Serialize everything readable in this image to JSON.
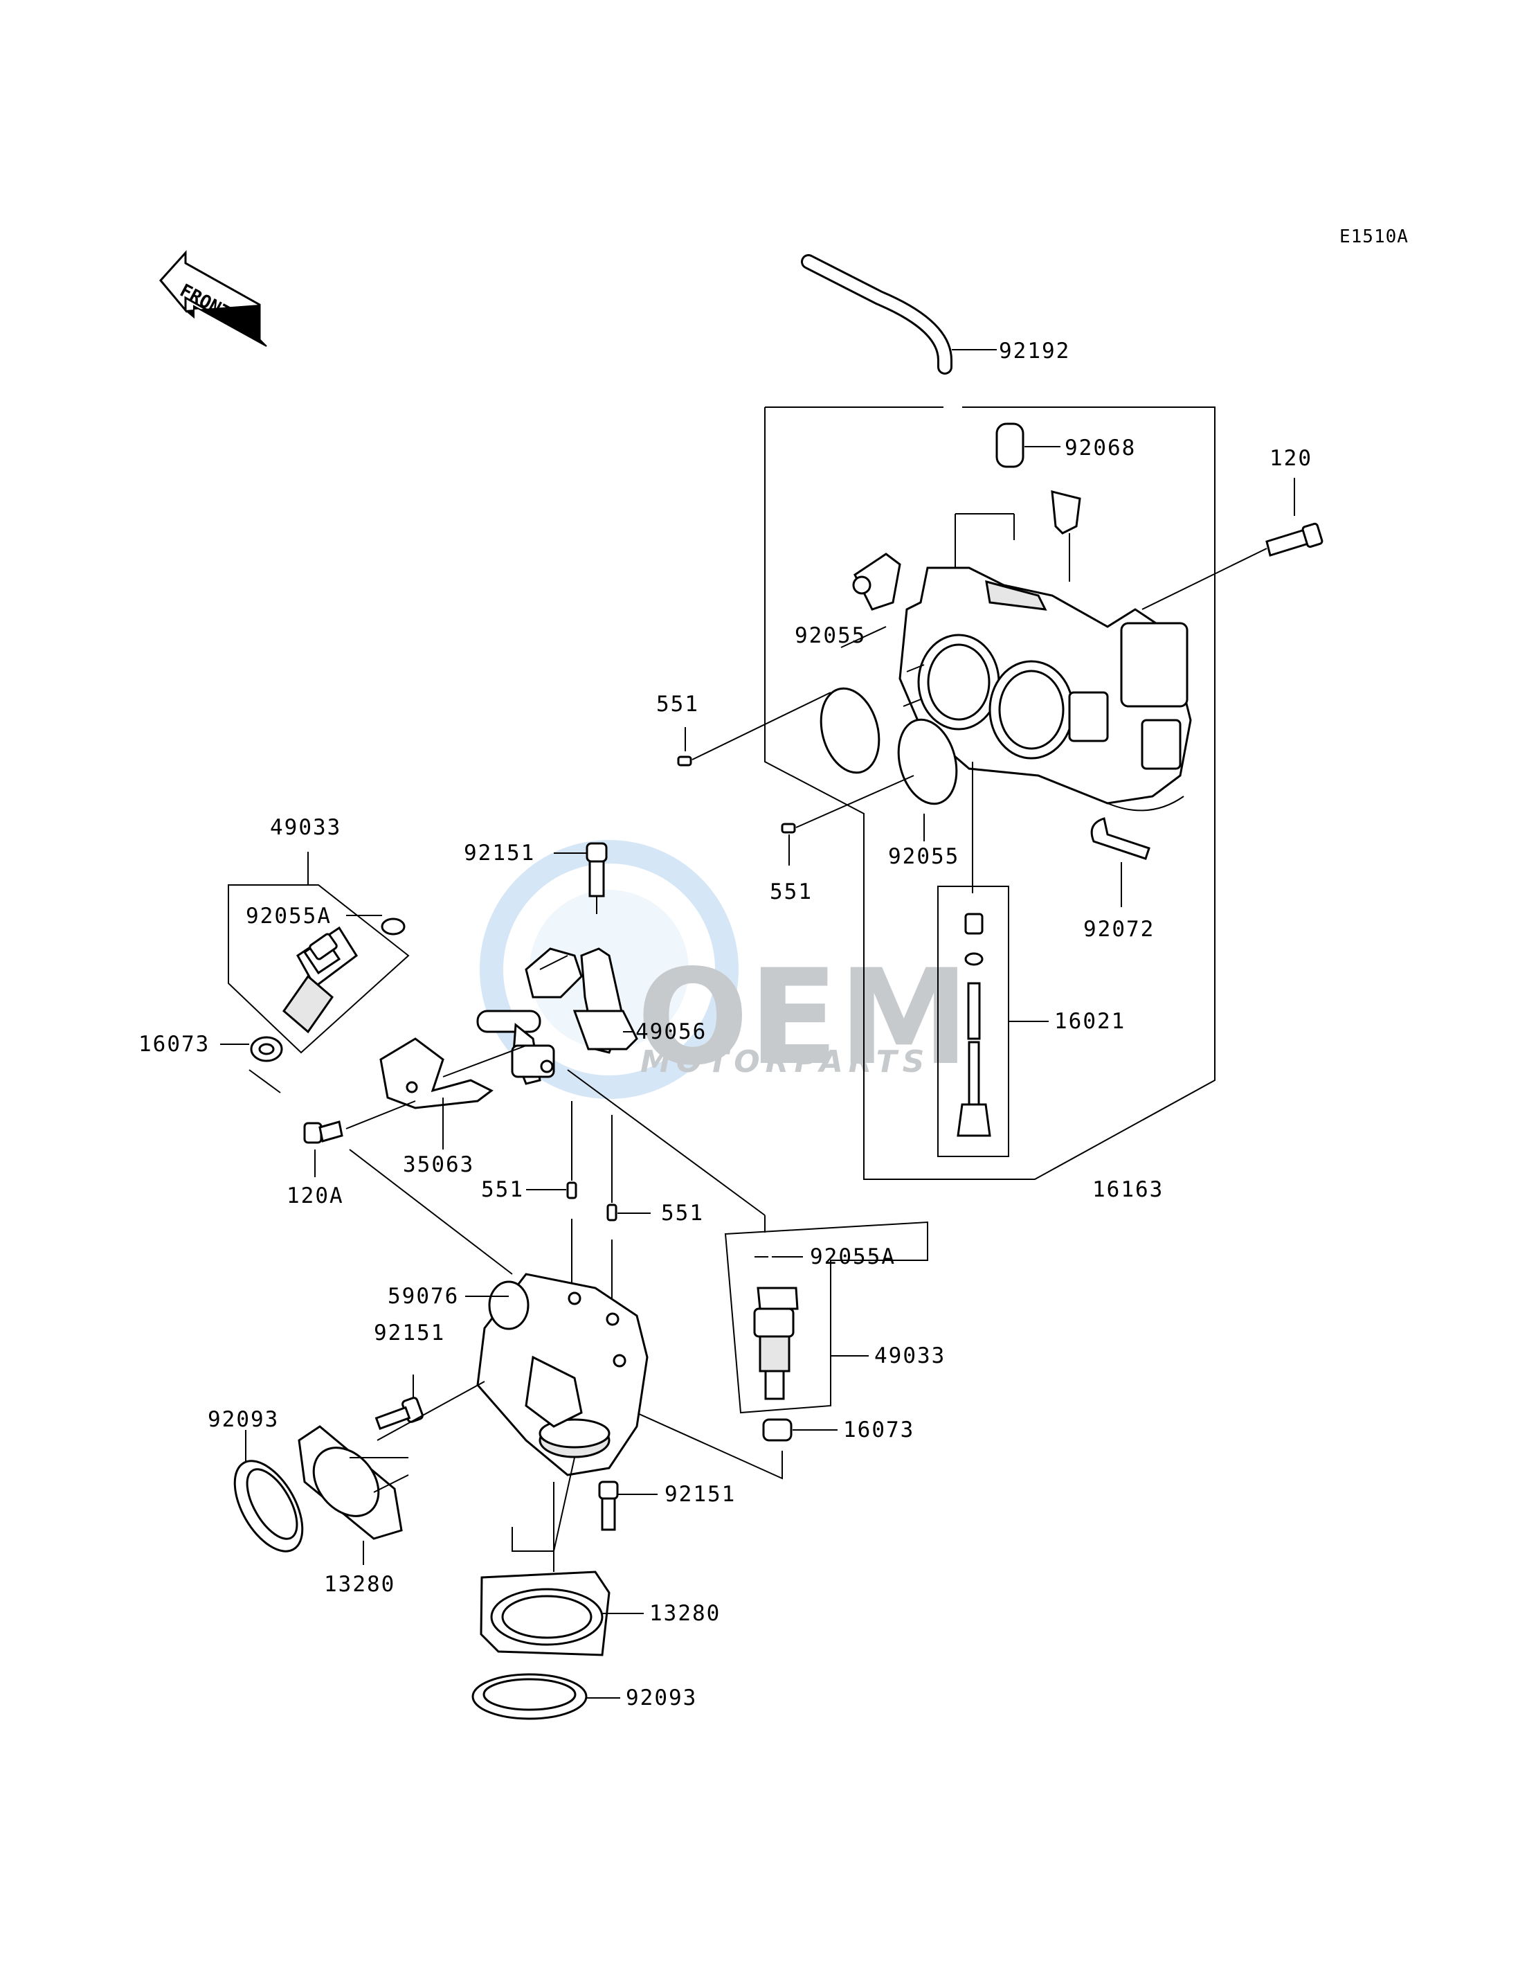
{
  "diagram": {
    "code": "E1510A",
    "front_label": "FRONT",
    "colors": {
      "line": "#000000",
      "watermark_blue": "#7fb6e6",
      "watermark_grey": "#9aa0a6"
    }
  },
  "watermark": {
    "brand": "OEM",
    "sub": "MOTORPARTS"
  },
  "callouts": [
    {
      "id": "c1",
      "text": "92192"
    },
    {
      "id": "c2",
      "text": "92068"
    },
    {
      "id": "c3",
      "text": "120"
    },
    {
      "id": "c4",
      "text": "92055"
    },
    {
      "id": "c5",
      "text": "551"
    },
    {
      "id": "c6",
      "text": "551"
    },
    {
      "id": "c7",
      "text": "92055"
    },
    {
      "id": "c8",
      "text": "92072"
    },
    {
      "id": "c9",
      "text": "16021"
    },
    {
      "id": "c10",
      "text": "16163"
    },
    {
      "id": "c11",
      "text": "49033"
    },
    {
      "id": "c12",
      "text": "92151"
    },
    {
      "id": "c13",
      "text": "92055A"
    },
    {
      "id": "c14",
      "text": "16073"
    },
    {
      "id": "c15",
      "text": "49056"
    },
    {
      "id": "c16",
      "text": "35063"
    },
    {
      "id": "c17",
      "text": "120A"
    },
    {
      "id": "c18",
      "text": "551"
    },
    {
      "id": "c19",
      "text": "551"
    },
    {
      "id": "c20",
      "text": "92055A"
    },
    {
      "id": "c21",
      "text": "59076"
    },
    {
      "id": "c22",
      "text": "92151"
    },
    {
      "id": "c23",
      "text": "49033"
    },
    {
      "id": "c24",
      "text": "92093"
    },
    {
      "id": "c25",
      "text": "16073"
    },
    {
      "id": "c26",
      "text": "92151"
    },
    {
      "id": "c27",
      "text": "13280"
    },
    {
      "id": "c28",
      "text": "13280"
    },
    {
      "id": "c29",
      "text": "92093"
    }
  ]
}
